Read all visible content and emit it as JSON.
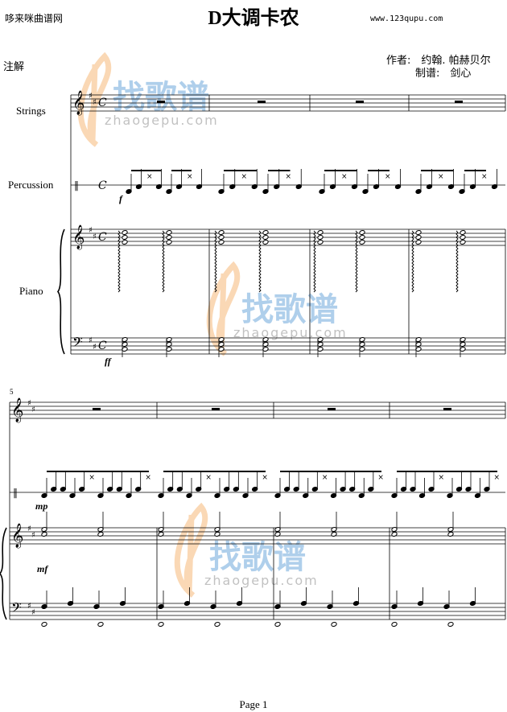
{
  "header": {
    "site_name": "哆来咪曲谱网",
    "title": "D大调卡农",
    "site_url": "www.123qupu.com",
    "annotation": "注解",
    "composer": "作者:　约翰. 帕赫贝尔",
    "arranger": "制谱:　剑心"
  },
  "instruments": [
    "Strings",
    "Percussion",
    "Piano"
  ],
  "dynamics": {
    "percussion_system1": "f",
    "piano_bass_system1": "ff",
    "percussion_system2": "mp",
    "piano_system2": "mf"
  },
  "measure_number_system2": "5",
  "time_signature": "C",
  "watermark": {
    "text": "zhaogepu.com",
    "logo_text": "找歌谱"
  },
  "footer": {
    "page_label": "Page 1"
  },
  "colors": {
    "watermark_orange": "#f5b26b",
    "watermark_blue": "#6fa8dc",
    "ink": "#000000"
  }
}
